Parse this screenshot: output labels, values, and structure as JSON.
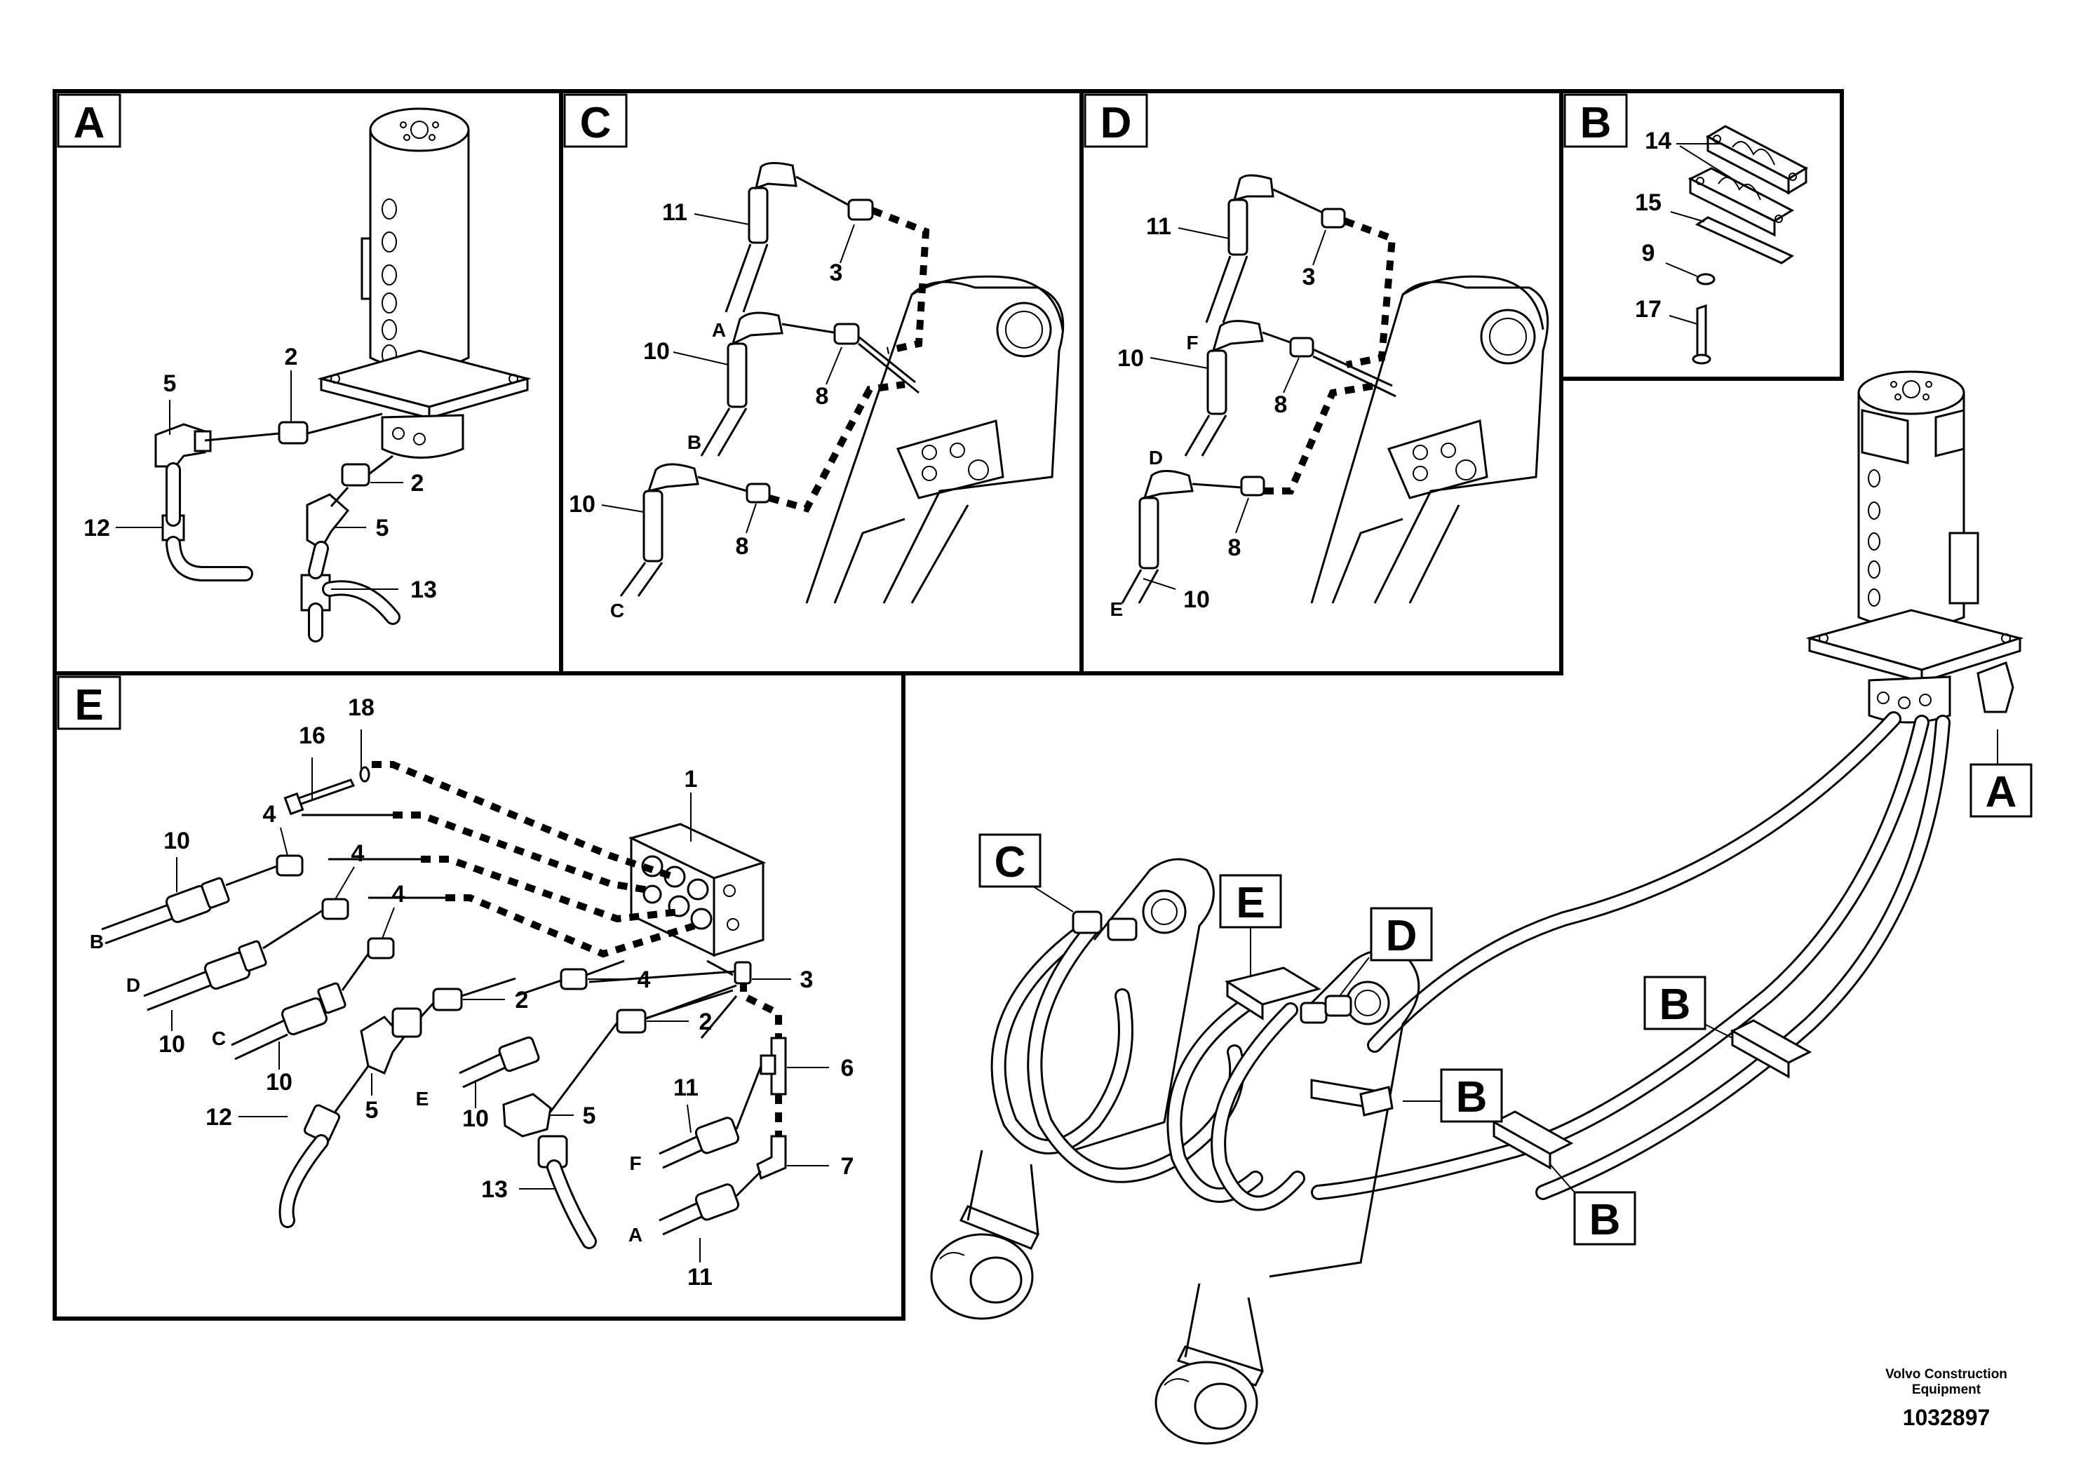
{
  "panels": [
    {
      "tag": "A",
      "callouts": {
        "c5a": "5",
        "c2a": "2",
        "c2b": "2",
        "c5b": "5",
        "c12": "12",
        "c13": "13"
      }
    },
    {
      "tag": "C",
      "callouts": {
        "c11": "11",
        "c3": "3",
        "cA": "A",
        "c10a": "10",
        "c8a": "8",
        "cB": "B",
        "c10b": "10",
        "c8b": "8",
        "cC": "C"
      }
    },
    {
      "tag": "D",
      "callouts": {
        "c11": "11",
        "c3": "3",
        "cF": "F",
        "c10a": "10",
        "c8a": "8",
        "cD": "D",
        "c8b": "8",
        "cE": "E",
        "c10b": "10"
      }
    },
    {
      "tag": "B",
      "callouts": {
        "c14": "14",
        "c15": "15",
        "c9": "9",
        "c17": "17"
      }
    },
    {
      "tag": "E",
      "callouts": {
        "c16": "16",
        "c18": "18",
        "c1": "1",
        "c10a": "10",
        "c4a": "4",
        "c4b": "4",
        "c4c": "4",
        "cB": "B",
        "cD": "D",
        "cC": "C",
        "c10b": "10",
        "c10c": "10",
        "c2a": "2",
        "c4d": "4",
        "c3": "3",
        "c2b": "2",
        "cE": "E",
        "c10d": "10",
        "c5a": "5",
        "c5b": "5",
        "c12": "12",
        "c11a": "11",
        "c6": "6",
        "cF": "F",
        "c7": "7",
        "c13": "13",
        "cA": "A",
        "c11b": "11"
      }
    }
  ],
  "overview_tags": {
    "a": "A",
    "c": "C",
    "e": "E",
    "d": "D",
    "b1": "B",
    "b2": "B",
    "b3": "B"
  },
  "footer": {
    "credit_line1": "Volvo Construction",
    "credit_line2": "Equipment",
    "doc_number": "1032897"
  }
}
